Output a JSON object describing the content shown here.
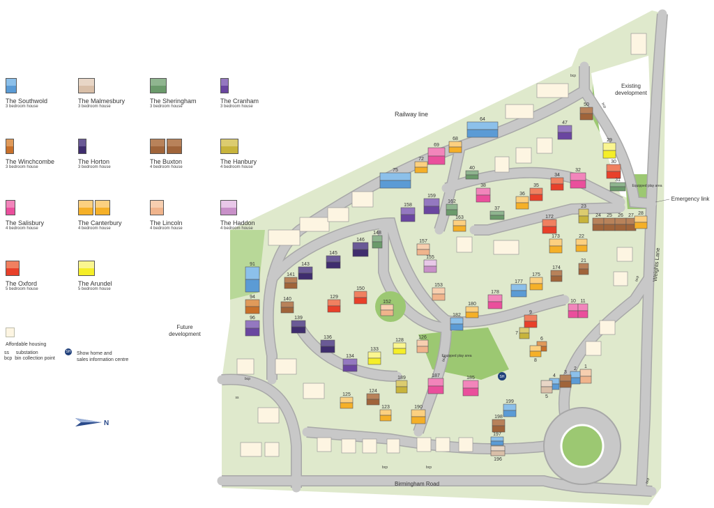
{
  "legend": {
    "house_types": [
      {
        "name": "The Southwold",
        "desc": "3 bedroom house",
        "color": "#5b9bd5",
        "color2": "#8cc0ea"
      },
      {
        "name": "The Malmesbury",
        "desc": "3 bedroom house",
        "color": "#d9bfa8",
        "color2": "#e8d6c6"
      },
      {
        "name": "The Sheringham",
        "desc": "3 bedroom house",
        "color": "#6b9a6b",
        "color2": "#8fb58f"
      },
      {
        "name": "The Cranham",
        "desc": "3 bedroom house",
        "color": "#6a46a0",
        "color2": "#9478c0"
      },
      {
        "name": "The Winchcombe",
        "desc": "3 bedroom house",
        "color": "#c8702a",
        "color2": "#e09a5a"
      },
      {
        "name": "The Horton",
        "desc": "3 bedroom house",
        "color": "#3f2d6e",
        "color2": "#6a5a96"
      },
      {
        "name": "The Buxton",
        "desc": "4 bedroom house",
        "color": "#a0643a",
        "color2": "#b8825a"
      },
      {
        "name": "The Hanbury",
        "desc": "4 bedroom house",
        "color": "#c8b43c",
        "color2": "#dccc70"
      },
      {
        "name": "The Salisbury",
        "desc": "4 bedroom house",
        "color": "#ea4f9c",
        "color2": "#f285bb"
      },
      {
        "name": "The Canterbury",
        "desc": "4 bedroom house",
        "color": "#f5b028",
        "color2": "#fcd080"
      },
      {
        "name": "The Lincoln",
        "desc": "4 bedroom house",
        "color": "#f0b48c",
        "color2": "#f7cfb0"
      },
      {
        "name": "The Haddon",
        "desc": "4 bedroom house",
        "color": "#c890c8",
        "color2": "#e8c8e8"
      },
      {
        "name": "The Oxford",
        "desc": "5 bedroom house",
        "color": "#e8402a",
        "color2": "#f08060"
      },
      {
        "name": "The Arundel",
        "desc": "5 bedroom house",
        "color": "#f5ee28",
        "color2": "#faf690"
      }
    ],
    "affordable": {
      "label": "Affordable housing",
      "color": "#fdf5e2"
    },
    "abbreviations": [
      {
        "abbr": "ss",
        "meaning": "substation"
      },
      {
        "abbr": "bcp",
        "meaning": "bin collection point"
      }
    ],
    "show_home": {
      "badge": "SH",
      "label_line1": "Show home and",
      "label_line2": "sales information centre",
      "color": "#1f3f7a"
    },
    "north_label": "N"
  },
  "map": {
    "colors": {
      "site": "#dfe9cc",
      "green": "#9cc872",
      "road": "#c8c8c8",
      "road_edge": "#a8a8a8",
      "plot": "#f2f2e4"
    },
    "labels": {
      "railway": "Railway line",
      "existing_line1": "Existing",
      "existing_line2": "development",
      "future_line1": "Future",
      "future_line2": "development",
      "play_area_1": "Equipped play area",
      "play_area_2": "Equipped play area",
      "emergency_link": "Emergency link",
      "weights_lane": "Weights Lane",
      "birmingham_road": "Birmingham Road",
      "bcp": "bcp",
      "ss": "ss"
    },
    "plots": [
      {
        "number": "1",
        "house": "The Lincoln"
      },
      {
        "number": "2",
        "house": "The Southwold"
      },
      {
        "number": "3",
        "house": "The Buxton"
      },
      {
        "number": "4",
        "house": "The Southwold"
      },
      {
        "number": "5",
        "house": "The Malmesbury"
      },
      {
        "number": "6",
        "house": "The Winchcombe"
      },
      {
        "number": "7",
        "house": "The Hanbury"
      },
      {
        "number": "8",
        "house": "The Canterbury"
      },
      {
        "number": "9",
        "house": "The Oxford"
      },
      {
        "number": "10",
        "house": "The Salisbury"
      },
      {
        "number": "11",
        "house": "The Salisbury"
      },
      {
        "number": "21",
        "house": "The Buxton"
      },
      {
        "number": "22",
        "house": "The Canterbury"
      },
      {
        "number": "23",
        "house": "The Hanbury"
      },
      {
        "number": "24",
        "house": "The Buxton"
      },
      {
        "number": "25",
        "house": "The Buxton"
      },
      {
        "number": "26",
        "house": "The Buxton"
      },
      {
        "number": "27",
        "house": "The Buxton"
      },
      {
        "number": "28",
        "house": "The Canterbury"
      },
      {
        "number": "29",
        "house": "The Arundel"
      },
      {
        "number": "30",
        "house": "The Oxford"
      },
      {
        "number": "31",
        "house": "The Sheringham"
      },
      {
        "number": "32",
        "house": "The Salisbury"
      },
      {
        "number": "34",
        "house": "The Oxford"
      },
      {
        "number": "35",
        "house": "The Oxford"
      },
      {
        "number": "36",
        "house": "The Canterbury"
      },
      {
        "number": "37",
        "house": "The Sheringham"
      },
      {
        "number": "38",
        "house": "The Salisbury"
      },
      {
        "number": "40",
        "house": "The Sheringham"
      },
      {
        "number": "47",
        "house": "The Cranham"
      },
      {
        "number": "50",
        "house": "The Buxton"
      },
      {
        "number": "64",
        "house": "The Southwold"
      },
      {
        "number": "68",
        "house": "The Canterbury"
      },
      {
        "number": "69",
        "house": "The Salisbury"
      },
      {
        "number": "72",
        "house": "The Canterbury"
      },
      {
        "number": "75",
        "house": "The Southwold"
      },
      {
        "number": "91",
        "house": "The Southwold"
      },
      {
        "number": "94",
        "house": "The Winchcombe"
      },
      {
        "number": "96",
        "house": "The Cranham"
      },
      {
        "number": "123",
        "house": "The Canterbury"
      },
      {
        "number": "124",
        "house": "The Buxton"
      },
      {
        "number": "125",
        "house": "The Canterbury"
      },
      {
        "number": "126",
        "house": "The Lincoln"
      },
      {
        "number": "128",
        "house": "The Arundel"
      },
      {
        "number": "129",
        "house": "The Oxford"
      },
      {
        "number": "133",
        "house": "The Arundel"
      },
      {
        "number": "134",
        "house": "The Cranham"
      },
      {
        "number": "136",
        "house": "The Horton"
      },
      {
        "number": "139",
        "house": "The Horton"
      },
      {
        "number": "140",
        "house": "The Buxton"
      },
      {
        "number": "141",
        "house": "The Buxton"
      },
      {
        "number": "143",
        "house": "The Horton"
      },
      {
        "number": "145",
        "house": "The Horton"
      },
      {
        "number": "146",
        "house": "The Horton"
      },
      {
        "number": "148",
        "house": "The Sheringham"
      },
      {
        "number": "150",
        "house": "The Oxford"
      },
      {
        "number": "152",
        "house": "The Lincoln"
      },
      {
        "number": "153",
        "house": "The Lincoln"
      },
      {
        "number": "155",
        "house": "The Haddon"
      },
      {
        "number": "157",
        "house": "The Lincoln"
      },
      {
        "number": "158",
        "house": "The Cranham"
      },
      {
        "number": "159",
        "house": "The Cranham"
      },
      {
        "number": "162",
        "house": "The Sheringham"
      },
      {
        "number": "163",
        "house": "The Canterbury"
      },
      {
        "number": "172",
        "house": "The Oxford"
      },
      {
        "number": "173",
        "house": "The Canterbury"
      },
      {
        "number": "174",
        "house": "The Buxton"
      },
      {
        "number": "175",
        "house": "The Canterbury"
      },
      {
        "number": "177",
        "house": "The Southwold"
      },
      {
        "number": "178",
        "house": "The Salisbury"
      },
      {
        "number": "180",
        "house": "The Canterbury"
      },
      {
        "number": "182",
        "house": "The Southwold"
      },
      {
        "number": "185",
        "house": "The Salisbury"
      },
      {
        "number": "187",
        "house": "The Salisbury"
      },
      {
        "number": "189",
        "house": "The Hanbury"
      },
      {
        "number": "190",
        "house": "The Canterbury"
      },
      {
        "number": "196",
        "house": "The Malmesbury"
      },
      {
        "number": "197",
        "house": "The Southwold"
      },
      {
        "number": "198",
        "house": "The Buxton"
      },
      {
        "number": "199",
        "house": "The Southwold"
      }
    ]
  }
}
